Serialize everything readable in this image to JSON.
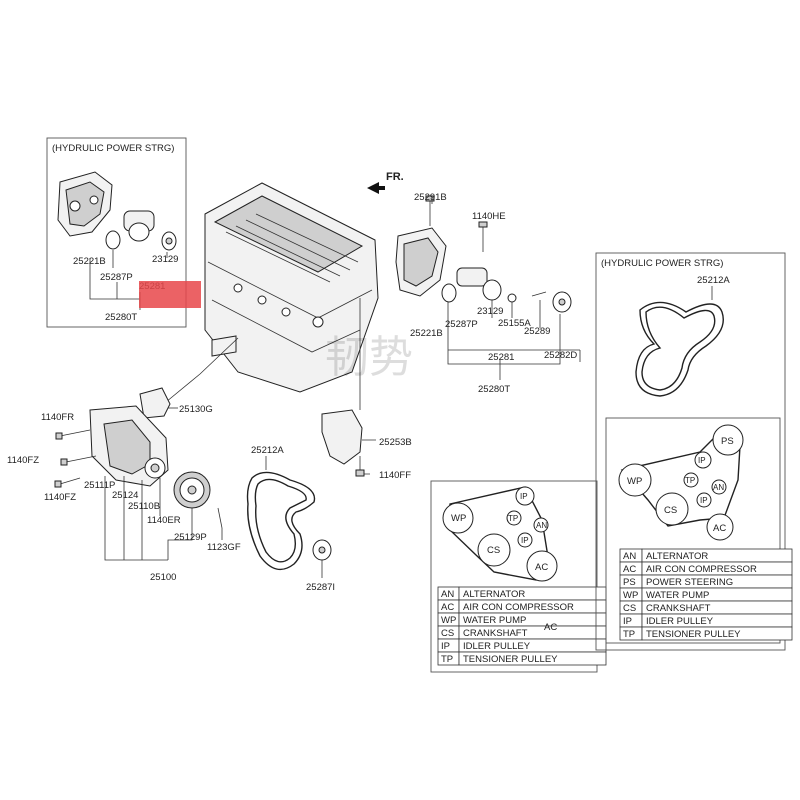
{
  "direction_label": "FR.",
  "left_inset": {
    "title": "(HYDRULIC POWER STRG)",
    "labels": {
      "p1": "25221B",
      "p2": "25287P",
      "p3": "23129",
      "p4": "25281",
      "p5": "25280T"
    }
  },
  "right_group": {
    "labels": {
      "a": "25291B",
      "b": "1140HE",
      "c": "25221B",
      "d": "25287P",
      "e": "23129",
      "f": "25155A",
      "g": "25289",
      "h": "25281",
      "i": "25282D",
      "j": "25280T"
    }
  },
  "water_pump_group": {
    "labels": {
      "a": "1140FR",
      "b": "1140FZ",
      "c": "1140FZ",
      "d": "25130G",
      "e": "25111P",
      "f": "25124",
      "g": "25110B",
      "h": "1140ER",
      "i": "25129P",
      "j": "1123GF",
      "k": "25100"
    }
  },
  "center_labels": {
    "belt": "25212A",
    "bracket": "25253B",
    "bolt": "1140FF",
    "idler": "25287I"
  },
  "belt_diagram_small": {
    "pulleys": {
      "ip_top": "IP",
      "wp": "WP",
      "tp": "TP",
      "an": "AN",
      "ip": "IP",
      "cs": "CS",
      "ac": "AC"
    },
    "stray_label": "AC",
    "legend": [
      {
        "code": "AN",
        "name": "ALTERNATOR"
      },
      {
        "code": "AC",
        "name": "AIR CON COMPRESSOR"
      },
      {
        "code": "WP",
        "name": "WATER PUMP"
      },
      {
        "code": "CS",
        "name": "CRANKSHAFT"
      },
      {
        "code": "IP",
        "name": "IDLER PULLEY"
      },
      {
        "code": "TP",
        "name": "TENSIONER PULLEY"
      }
    ]
  },
  "right_inset": {
    "title": "(HYDRULIC POWER STRG)",
    "belt_label": "25212A",
    "pulleys": {
      "ps": "PS",
      "wp": "WP",
      "ip_top": "IP",
      "tp": "TP",
      "an": "AN",
      "ip": "IP",
      "cs": "CS",
      "ac": "AC"
    },
    "legend": [
      {
        "code": "AN",
        "name": "ALTERNATOR"
      },
      {
        "code": "AC",
        "name": "AIR CON COMPRESSOR"
      },
      {
        "code": "PS",
        "name": "POWER STEERING"
      },
      {
        "code": "WP",
        "name": "WATER PUMP"
      },
      {
        "code": "CS",
        "name": "CRANKSHAFT"
      },
      {
        "code": "IP",
        "name": "IDLER PULLEY"
      },
      {
        "code": "TP",
        "name": "TENSIONER PULLEY"
      }
    ]
  },
  "watermark": "韧势"
}
